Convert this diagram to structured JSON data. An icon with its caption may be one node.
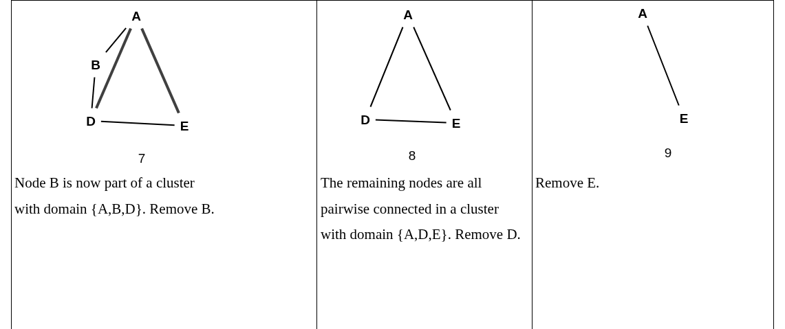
{
  "diagram": {
    "nodes": [
      {
        "text": [
          "7",
          "Node B is now part of a cluster with domain {A,B,D}. Remove B."
        ]
      },
      {
        "text": [
          "A"
        ],
        "in": 0
      },
      {
        "text": [
          "B"
        ],
        "in": 0
      },
      {
        "text": [
          "D"
        ],
        "in": 0
      },
      {
        "text": [
          "E"
        ],
        "in": 0
      },
      {
        "text": [
          "8",
          "The remaining nodes are all pairwise connected in a cluster with domain {A,D,E}. Remove D."
        ]
      },
      {
        "text": [
          "A"
        ],
        "in": 5
      },
      {
        "text": [
          "D"
        ],
        "in": 5
      },
      {
        "text": [
          "E"
        ],
        "in": 5
      },
      {
        "text": [
          "9",
          "Remove E."
        ]
      },
      {
        "text": [
          "A"
        ],
        "in": 9
      },
      {
        "text": [
          "E"
        ],
        "in": 9
      }
    ],
    "edges": [
      {
        "from": 1,
        "to": 2,
        "arrow": "none"
      },
      {
        "from": 2,
        "to": 3,
        "arrow": "none"
      },
      {
        "from": 1,
        "to": 3,
        "arrow": "none",
        "style": "thick"
      },
      {
        "from": 1,
        "to": 4,
        "arrow": "none",
        "style": "thick"
      },
      {
        "from": 3,
        "to": 4,
        "arrow": "none"
      },
      {
        "from": 6,
        "to": 7,
        "arrow": "none"
      },
      {
        "from": 6,
        "to": 8,
        "arrow": "none"
      },
      {
        "from": 7,
        "to": 8,
        "arrow": "none"
      },
      {
        "from": 10,
        "to": 11,
        "arrow": "none"
      }
    ]
  }
}
